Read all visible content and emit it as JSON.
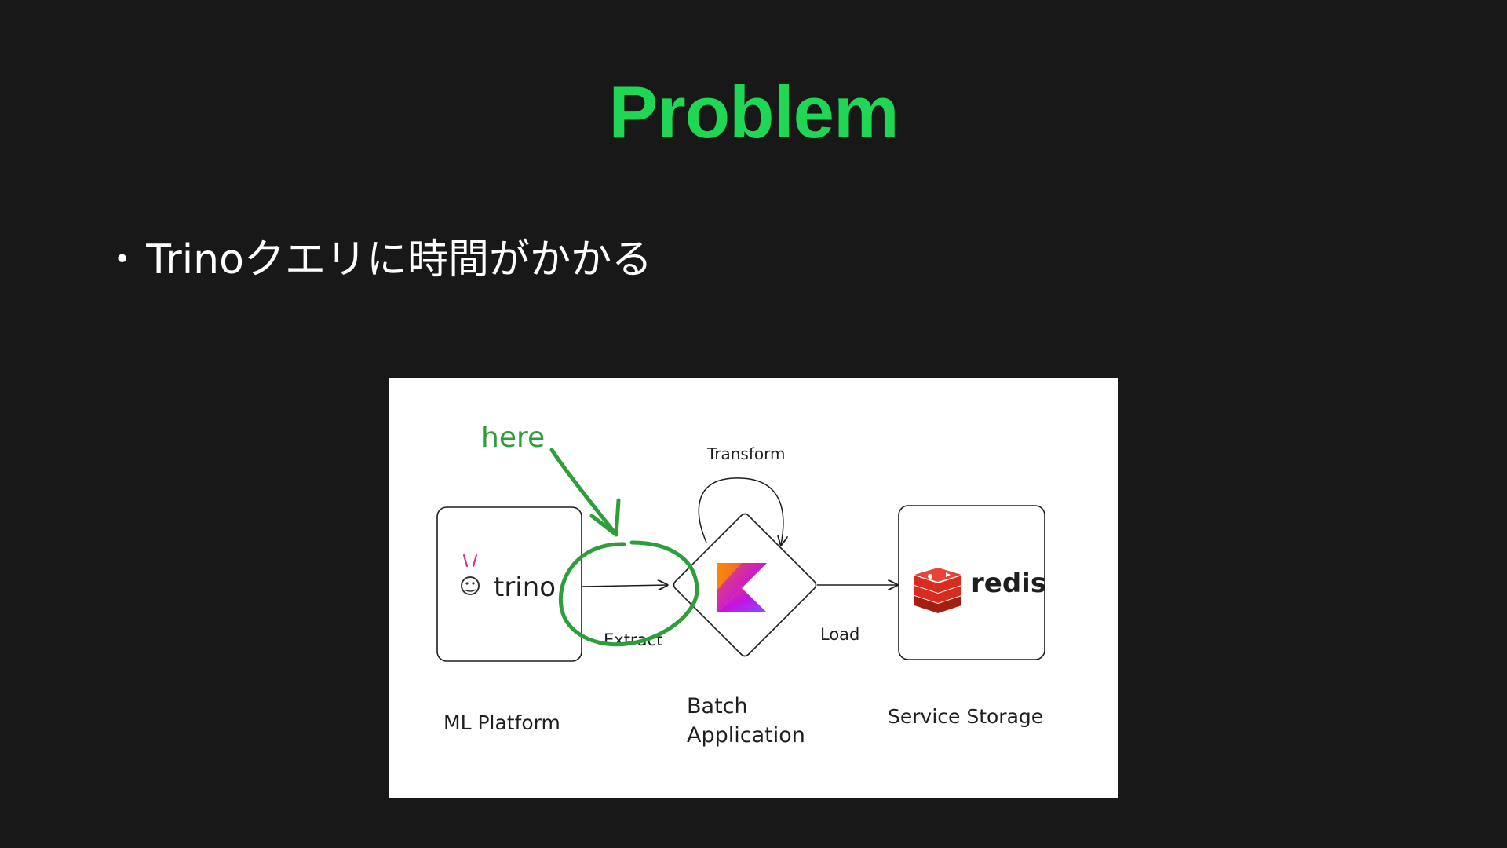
{
  "slide": {
    "title": "Problem",
    "bullets": [
      "Trinoクエリに時間がかかる"
    ]
  },
  "diagram": {
    "annotation": "here",
    "nodes": {
      "source": {
        "logo_text": "trino",
        "caption": "ML Platform",
        "icon": "trino-bunny-icon"
      },
      "batch": {
        "caption_line1": "Batch",
        "caption_line2": "Application",
        "icon": "kotlin-icon"
      },
      "storage": {
        "logo_text": "redis",
        "caption": "Service Storage",
        "icon": "redis-icon"
      }
    },
    "edges": {
      "extract": "Extract",
      "transform": "Transform",
      "load": "Load"
    }
  },
  "colors": {
    "background": "#181818",
    "title": "#1fd655",
    "annotation_green": "#2e9e3a",
    "stroke": "#1e1e1e"
  }
}
